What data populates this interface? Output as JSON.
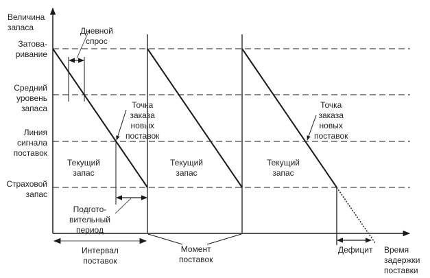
{
  "axes": {
    "y_label_line1": "Величина",
    "y_label_line2": "запаса",
    "x_label_line1": "Время",
    "x_label_line2": "задержки",
    "x_label_line3": "поставки"
  },
  "levels": {
    "overstock_line1": "Затова-",
    "overstock_line2": "ривание",
    "average_line1": "Средний",
    "average_line2": "уровень",
    "average_line3": "запаса",
    "signal_line1": "Линия",
    "signal_line2": "сигнала",
    "signal_line3": "поставок",
    "safety_line1": "Страховой",
    "safety_line2": "запас"
  },
  "annotations": {
    "daily_demand_line1": "Дневной",
    "daily_demand_line2": "спрос",
    "reorder_point_1": [
      "Точка",
      "заказа",
      "новых",
      "поставок"
    ],
    "reorder_point_2": [
      "Точка",
      "заказа",
      "новых",
      "поставок"
    ],
    "current_stock": [
      {
        "line1": "Текущий",
        "line2": "запас"
      },
      {
        "line1": "Текущий",
        "line2": "запас"
      },
      {
        "line1": "Текущий",
        "line2": "запас"
      }
    ],
    "lead_time_line1": "Подгото-",
    "lead_time_line2": "вительный",
    "lead_time_line3": "период",
    "delivery_interval_line1": "Интервал",
    "delivery_interval_line2": "поставок",
    "delivery_moment_line1": "Момент",
    "delivery_moment_line2": "поставок",
    "deficit": "Дефицит"
  },
  "colors": {
    "line": "#1a1a1a",
    "interval_arrow": "#888888"
  }
}
